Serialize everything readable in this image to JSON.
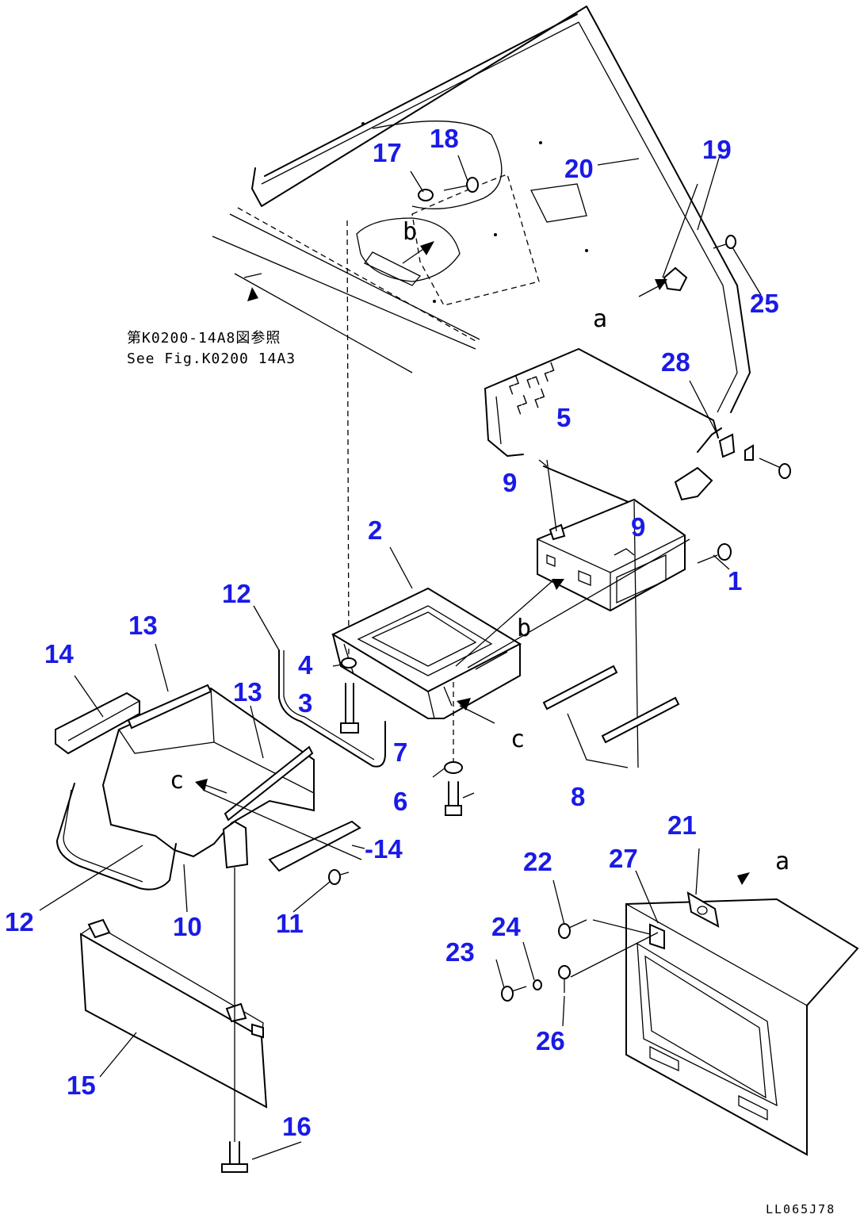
{
  "callouts": [
    {
      "id": "c1",
      "label": "1"
    },
    {
      "id": "c2",
      "label": "2"
    },
    {
      "id": "c3",
      "label": "3"
    },
    {
      "id": "c4",
      "label": "4"
    },
    {
      "id": "c5",
      "label": "5"
    },
    {
      "id": "c6",
      "label": "6"
    },
    {
      "id": "c7",
      "label": "7"
    },
    {
      "id": "c8",
      "label": "8"
    },
    {
      "id": "c9a",
      "label": "9"
    },
    {
      "id": "c9b",
      "label": "9"
    },
    {
      "id": "c10",
      "label": "10"
    },
    {
      "id": "c11",
      "label": "11"
    },
    {
      "id": "c12a",
      "label": "12"
    },
    {
      "id": "c12b",
      "label": "12"
    },
    {
      "id": "c13a",
      "label": "13"
    },
    {
      "id": "c13b",
      "label": "13"
    },
    {
      "id": "c14a",
      "label": "14"
    },
    {
      "id": "c14b",
      "label": "-14"
    },
    {
      "id": "c15",
      "label": "15"
    },
    {
      "id": "c16",
      "label": "16"
    },
    {
      "id": "c17",
      "label": "17"
    },
    {
      "id": "c18",
      "label": "18"
    },
    {
      "id": "c19",
      "label": "19"
    },
    {
      "id": "c20",
      "label": "20"
    },
    {
      "id": "c21",
      "label": "21"
    },
    {
      "id": "c22",
      "label": "22"
    },
    {
      "id": "c23",
      "label": "23"
    },
    {
      "id": "c24",
      "label": "24"
    },
    {
      "id": "c25",
      "label": "25"
    },
    {
      "id": "c26",
      "label": "26"
    },
    {
      "id": "c27",
      "label": "27"
    },
    {
      "id": "c28",
      "label": "28"
    }
  ],
  "view_letters": {
    "a1": "a",
    "a2": "a",
    "b1": "b",
    "b2": "b",
    "c1": "c",
    "c2": "c"
  },
  "reference_note": {
    "line_jp": "第K0200-14A8図参照",
    "line_en": "See Fig.K0200 14A3"
  },
  "drawing_code": "LL065J78",
  "colors": {
    "callout": "#1a1ae6",
    "line": "#000000",
    "background": "#ffffff"
  }
}
